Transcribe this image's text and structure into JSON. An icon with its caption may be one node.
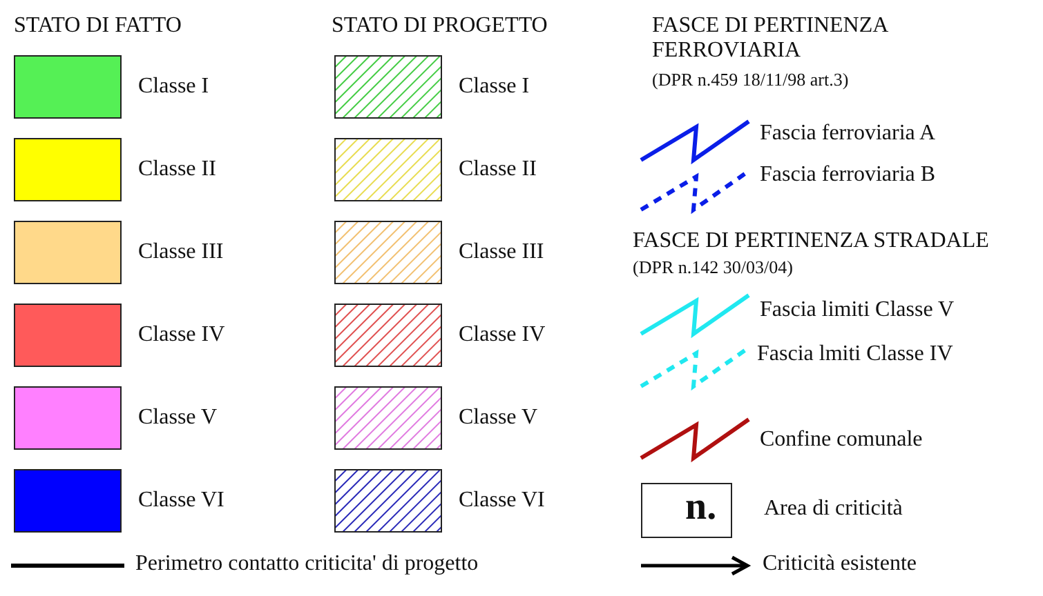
{
  "diagram": {
    "labels": [
      "STATO DI FATTO",
      "STATO DI PROGETTO",
      "FASCE DI PERTINENZA FERROVIARIA",
      "(DPR n.459 18/11/98 art.3)",
      "FASCE DI PERTINENZA STRADALE",
      "(DPR n.142 30/03/04)",
      "n."
    ],
    "legend": [
      {
        "text": "Classe I",
        "color": "#55f055"
      },
      {
        "text": "Classe II",
        "color": "#ffff00"
      },
      {
        "text": "Classe III",
        "color": "#ffd98a"
      },
      {
        "text": "Classe IV",
        "color": "#ff5a5a"
      },
      {
        "text": "Classe V",
        "color": "#ff80ff"
      },
      {
        "text": "Classe VI",
        "color": "#0000ff"
      },
      {
        "text": "Classe I"
      },
      {
        "text": "Classe II"
      },
      {
        "text": "Classe III"
      },
      {
        "text": "Classe IV"
      },
      {
        "text": "Classe V"
      },
      {
        "text": "Classe VI"
      },
      {
        "text": "Fascia ferroviaria A"
      },
      {
        "text": "Fascia ferroviaria B"
      },
      {
        "text": "Fascia limiti Classe V"
      },
      {
        "text": "Fascia lmiti Classe IV"
      },
      {
        "text": "Confine comunale"
      },
      {
        "text": "Area di criticità"
      },
      {
        "text": "Perimetro contatto criticita' di progetto"
      },
      {
        "text": "Criticità esistente"
      }
    ]
  }
}
